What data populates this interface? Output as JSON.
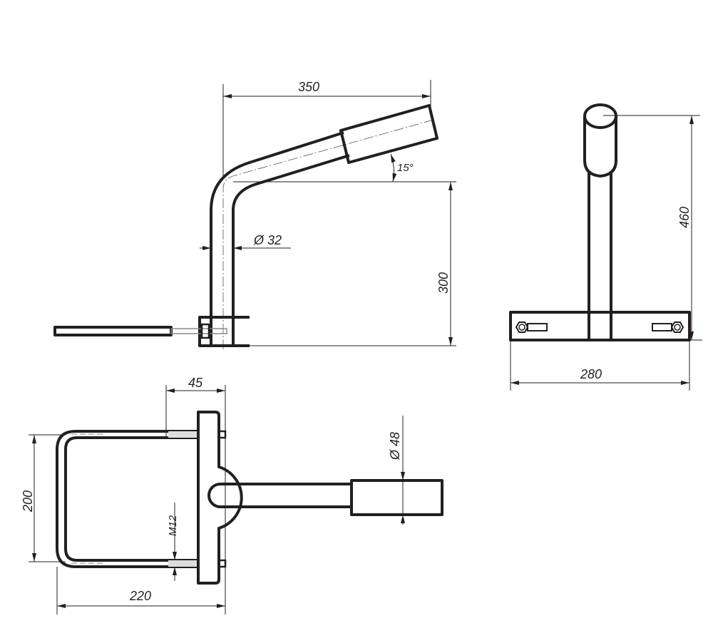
{
  "side_view": {
    "dim_reach": "350",
    "dim_angle": "15°",
    "dim_pipe_diameter": "Ø 32",
    "dim_height": "300"
  },
  "front_view": {
    "dim_total_height": "460",
    "dim_base_width": "280"
  },
  "top_view": {
    "dim_clamp_offset": "45",
    "dim_clamp_height": "200",
    "dim_thread": "M12",
    "dim_clamp_width": "220",
    "dim_sleeve_diameter": "Ø 48"
  }
}
